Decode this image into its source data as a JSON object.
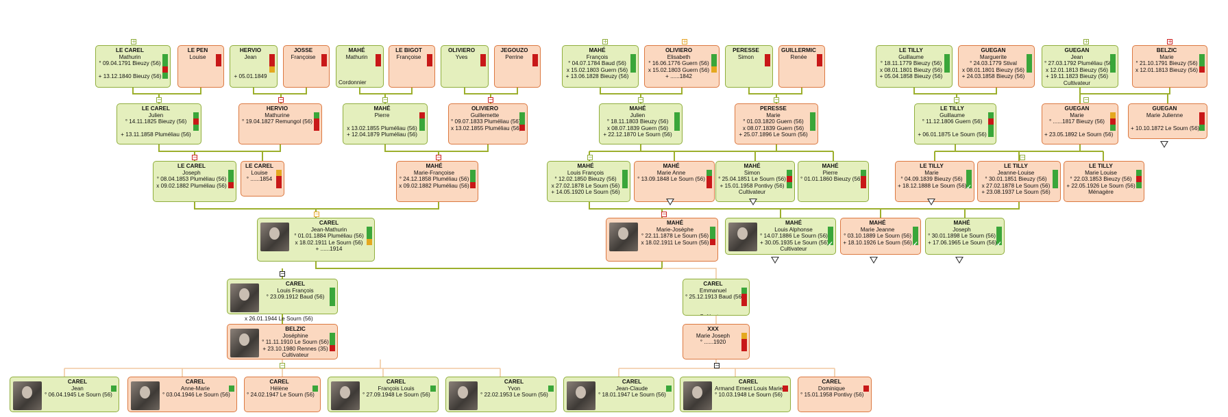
{
  "colors": {
    "male_fill": "#e4efbd",
    "male_border": "#8fad3c",
    "female_fill": "#fbd8c0",
    "female_border": "#db7840",
    "line_male": "#9caf2c",
    "line_female": "#f0c9a2"
  },
  "people": [
    {
      "id": "p1",
      "sex": "m",
      "last": "LE CAREL",
      "first": "Mathurin",
      "events": [
        "° 09.04.1791 Bieuzy (56)",
        "",
        "+ 13.12.1840 Bieuzy (56)"
      ],
      "occ": "",
      "bars": [
        "g",
        "g",
        "r",
        "g"
      ],
      "toggle": "plus"
    },
    {
      "id": "p2",
      "sex": "f",
      "last": "LE PEN",
      "first": "Louise",
      "events": [],
      "occ": "",
      "bars": [
        "r",
        "r"
      ]
    },
    {
      "id": "p3",
      "sex": "m",
      "last": "HERVIO",
      "first": "Jean",
      "events": [
        "",
        "",
        "+ 05.01.1849"
      ],
      "occ": "",
      "bars": [
        "r",
        "r",
        "o"
      ]
    },
    {
      "id": "p4",
      "sex": "f",
      "last": "JOSSE",
      "first": "Françoise",
      "events": [],
      "occ": "",
      "bars": [
        "r",
        "r"
      ]
    },
    {
      "id": "p5",
      "sex": "m",
      "last": "MAHÉ",
      "first": "Mathurin",
      "events": [],
      "occ": "Cordonnier",
      "bars": [
        "r",
        "r"
      ]
    },
    {
      "id": "p6",
      "sex": "f",
      "last": "LE BIGOT",
      "first": "Françoise",
      "events": [],
      "occ": "",
      "bars": [
        "r",
        "r"
      ]
    },
    {
      "id": "p7",
      "sex": "m",
      "last": "OLIVIERO",
      "first": "Yves",
      "events": [],
      "occ": "",
      "bars": [
        "r",
        "r"
      ]
    },
    {
      "id": "p8",
      "sex": "f",
      "last": "JEGOUZO",
      "first": "Perrine",
      "events": [],
      "occ": "",
      "bars": [
        "r",
        "r"
      ]
    },
    {
      "id": "p9",
      "sex": "m",
      "last": "MAHÉ",
      "first": "François",
      "events": [
        "° 04.07.1784 Baud (56)",
        "x 15.02.1803 Guern (56)",
        "+ 13.06.1828 Bieuzy (56)"
      ],
      "occ": "",
      "bars": [
        "g",
        "g",
        "g"
      ],
      "toggle": "plus"
    },
    {
      "id": "p10",
      "sex": "f",
      "last": "OLIVIERO",
      "first": "Elisabeth",
      "events": [
        "° 16.06.1776 Guern (56)",
        "x 15.02.1803 Guern (56)",
        "+ ......1842"
      ],
      "occ": "",
      "bars": [
        "g",
        "g",
        "o"
      ],
      "toggle": "plus-org"
    },
    {
      "id": "p11",
      "sex": "m",
      "last": "PERESSE",
      "first": "Simon",
      "events": [],
      "occ": "",
      "bars": [
        "r",
        "r"
      ]
    },
    {
      "id": "p12",
      "sex": "f",
      "last": "GUILLERMIC",
      "first": "Renée",
      "events": [],
      "occ": "",
      "bars": [
        "r",
        "r"
      ]
    },
    {
      "id": "p13",
      "sex": "m",
      "last": "LE TILLY",
      "first": "Guillaume",
      "events": [
        "° 18.11.1779 Bieuzy (56)",
        "x 08.01.1801 Bieuzy (56)",
        "+ 05.04.1858 Bieuzy (56)"
      ],
      "occ": "",
      "bars": [
        "g",
        "g",
        "g"
      ]
    },
    {
      "id": "p14",
      "sex": "f",
      "last": "GUEGAN",
      "first": "Marguerite",
      "events": [
        "° 24.03.1779 Stival",
        "x 08.01.1801 Bieuzy (56)",
        "+ 24.03.1858 Bieuzy (56)"
      ],
      "occ": "",
      "bars": [
        "g",
        "g",
        "g"
      ]
    },
    {
      "id": "p15",
      "sex": "m",
      "last": "GUEGAN",
      "first": "Jean",
      "events": [
        "° 27.03.1792 Pluméliau (56)",
        "x 12.01.1813 Bieuzy (56)",
        "+ 19.11.1823 Bieuzy (56)"
      ],
      "occ": "Cultivateur",
      "bars": [
        "g",
        "g",
        "g"
      ],
      "toggle": "plus"
    },
    {
      "id": "p16",
      "sex": "f",
      "last": "BELZIC",
      "first": "Marie",
      "events": [
        "° 21.10.1791 Bieuzy (56)",
        "x 12.01.1813 Bieuzy (56)"
      ],
      "occ": "",
      "bars": [
        "g",
        "g",
        "r"
      ],
      "toggle": "plus-red"
    },
    {
      "id": "p17",
      "sex": "m",
      "last": "LE CAREL",
      "first": "Julien",
      "events": [
        "° 14.11.1825 Bieuzy (56)",
        "",
        "+ 13.11.1858 Pluméliau (56)"
      ],
      "occ": "",
      "bars": [
        "g",
        "r",
        "g"
      ]
    },
    {
      "id": "p18",
      "sex": "f",
      "last": "HERVIO",
      "first": "Mathurine",
      "events": [
        "° 19.04.1827 Remungol (56)"
      ],
      "occ": "",
      "bars": [
        "g",
        "r",
        "r"
      ]
    },
    {
      "id": "p19",
      "sex": "m",
      "last": "MAHÉ",
      "first": "Pierre",
      "events": [
        "",
        "x 13.02.1855 Pluméliau (56)",
        "+ 12.04.1879 Pluméliau (56)"
      ],
      "occ": "",
      "bars": [
        "r",
        "g",
        "g"
      ]
    },
    {
      "id": "p20",
      "sex": "f",
      "last": "OLIVIERO",
      "first": "Guillemette",
      "events": [
        "° 09.07.1833 Pluméliau (56)",
        "x 13.02.1855 Pluméliau (56)"
      ],
      "occ": "",
      "bars": [
        "g",
        "g",
        "r"
      ]
    },
    {
      "id": "p21",
      "sex": "m",
      "last": "MAHÉ",
      "first": "Julien",
      "events": [
        "° 18.11.1803 Bieuzy (56)",
        "x 08.07.1839 Guern (56)",
        "+ 22.12.1870 Le Sourn (56)"
      ],
      "occ": "",
      "bars": [
        "g",
        "g",
        "g"
      ]
    },
    {
      "id": "p22",
      "sex": "f",
      "last": "PERESSE",
      "first": "Marie",
      "events": [
        "° 01.03.1820 Guern (56)",
        "x 08.07.1839 Guern (56)",
        "+ 25.07.1896 Le Sourn (56)"
      ],
      "occ": "",
      "bars": [
        "g",
        "g",
        "g"
      ]
    },
    {
      "id": "p23",
      "sex": "m",
      "last": "LE TILLY",
      "first": "Guillaume",
      "events": [
        "° 11.12.1806 Guern (56)",
        "",
        "+ 06.01.1875 Le Sourn (56)"
      ],
      "occ": "",
      "bars": [
        "g",
        "r",
        "g",
        "g"
      ]
    },
    {
      "id": "p24",
      "sex": "f",
      "last": "GUEGAN",
      "first": "Marie",
      "events": [
        "° ......1817 Bieuzy (56)",
        "",
        "+ 23.05.1892 Le Sourn (56)"
      ],
      "occ": "",
      "bars": [
        "o",
        "r",
        "g"
      ]
    },
    {
      "id": "p25",
      "sex": "f",
      "last": "GUEGAN",
      "first": "Marie Julienne",
      "events": [
        "",
        "+ 10.10.1872 Le Sourn (56)"
      ],
      "occ": "",
      "bars": [
        "r",
        "r",
        "g"
      ]
    },
    {
      "id": "p26",
      "sex": "m",
      "last": "LE CAREL",
      "first": "Joseph",
      "events": [
        "° 08.04.1853 Pluméliau (56)",
        "x 09.02.1882 Pluméliau (56)"
      ],
      "occ": "",
      "bars": [
        "g",
        "g",
        "r"
      ]
    },
    {
      "id": "p27",
      "sex": "f",
      "last": "LE CAREL",
      "first": "Louise",
      "events": [
        "° ......1854"
      ],
      "occ": "",
      "bars": [
        "o",
        "r",
        "r"
      ]
    },
    {
      "id": "p28",
      "sex": "f",
      "last": "MAHÉ",
      "first": "Marie-Françoise",
      "events": [
        "° 24.12.1858 Pluméliau (56)",
        "x 09.02.1882 Pluméliau (56)"
      ],
      "occ": "",
      "bars": [
        "g",
        "g",
        "r"
      ]
    },
    {
      "id": "p29",
      "sex": "m",
      "last": "MAHÉ",
      "first": "Louis François",
      "events": [
        "° 12.02.1850 Bieuzy (56)",
        "x 27.02.1878 Le Sourn (56)",
        "+ 14.05.1920 Le Sourn (56)"
      ],
      "occ": "",
      "bars": [
        "g",
        "g",
        "g"
      ]
    },
    {
      "id": "p30",
      "sex": "f",
      "last": "MAHÉ",
      "first": "Marie Anne",
      "events": [
        "° 13.09.1848 Le Sourn (56)"
      ],
      "occ": "",
      "bars": [
        "g",
        "r",
        "r"
      ]
    },
    {
      "id": "p31",
      "sex": "m",
      "last": "MAHÉ",
      "first": "Simon",
      "events": [
        "° 25.04.1851 Le Sourn (56)",
        "+ 15.01.1958 Pontivy (56)"
      ],
      "occ": "Cultivateur",
      "bars": [
        "g",
        "r",
        "g"
      ]
    },
    {
      "id": "p32",
      "sex": "m",
      "last": "MAHÉ",
      "first": "Pierre",
      "events": [
        "° 01.01.1860 Bieuzy (56)"
      ],
      "occ": "",
      "bars": [
        "g",
        "r",
        "r"
      ]
    },
    {
      "id": "p33",
      "sex": "f",
      "last": "LE TILLY",
      "first": "Marie",
      "events": [
        "° 04.09.1839 Bieuzy (56)",
        "+ 18.12.1888 Le Sourn (56)"
      ],
      "occ": "",
      "bars": [
        "g",
        "g",
        "g"
      ],
      "check": true
    },
    {
      "id": "p34",
      "sex": "f",
      "last": "LE TILLY",
      "first": "Jeanne-Louise",
      "events": [
        "° 30.01.1851 Bieuzy (56)",
        "x 27.02.1878 Le Sourn (56)",
        "+ 23.08.1937 Le Sourn (56)"
      ],
      "occ": "",
      "bars": [
        "g",
        "g",
        "g"
      ]
    },
    {
      "id": "p35",
      "sex": "f",
      "last": "LE TILLY",
      "first": "Marie Louise",
      "events": [
        "° 22.03.1853 Bieuzy (56)",
        "+ 22.05.1926 Le Sourn (56)"
      ],
      "occ": "Ménagère",
      "bars": [
        "g",
        "r",
        "g"
      ]
    },
    {
      "id": "p36",
      "sex": "m",
      "last": "CAREL",
      "first": "Jean-Mathurin",
      "events": [
        "° 01.01.1884 Pluméliau (56)",
        "x 18.02.1911 Le Sourn (56)",
        "+ ......1914"
      ],
      "occ": "",
      "bars": [
        "g",
        "g",
        "o"
      ],
      "photo": true
    },
    {
      "id": "p37",
      "sex": "f",
      "last": "MAHÉ",
      "first": "Marie-Josèphe",
      "events": [
        "° 22.11.1878 Le Sourn (56)",
        "x 18.02.1911 Le Sourn (56)"
      ],
      "occ": "",
      "bars": [
        "g",
        "g",
        "r"
      ],
      "photo": true
    },
    {
      "id": "p38",
      "sex": "m",
      "last": "MAHÉ",
      "first": "Louis Alphonse",
      "events": [
        "° 14.07.1886 Le Sourn (56)",
        "+ 30.05.1935 Le Sourn (56)"
      ],
      "occ": "Cultivateur",
      "bars": [
        "g",
        "g",
        "g"
      ],
      "photo": true,
      "check": true
    },
    {
      "id": "p39",
      "sex": "f",
      "last": "MAHÉ",
      "first": "Marie Jeanne",
      "events": [
        "° 03.10.1889 Le Sourn (56)",
        "+ 18.10.1926 Le Sourn (56)"
      ],
      "occ": "",
      "bars": [
        "g",
        "g",
        "g"
      ],
      "check": true
    },
    {
      "id": "p40",
      "sex": "m",
      "last": "MAHÉ",
      "first": "Joseph",
      "events": [
        "° 30.01.1898 Le Sourn (56)",
        "+ 17.06.1965 Le Sourn (56)"
      ],
      "occ": "",
      "bars": [
        "g",
        "g",
        "g"
      ],
      "check": true
    },
    {
      "id": "p41",
      "sex": "m",
      "last": "CAREL",
      "first": "Louis François",
      "events": [
        "° 23.09.1912 Baud (56)"
      ],
      "occ": "",
      "bars": [
        "g",
        "g",
        "g"
      ],
      "photo": true
    },
    {
      "id": "p42",
      "sex": "m",
      "last": "CAREL",
      "first": "Emmanuel",
      "events": [
        "° 25.12.1913 Baud (56)",
        "",
        ""
      ],
      "occ": "Cultivateur",
      "bars": [
        "g",
        "r",
        "r"
      ]
    },
    {
      "id": "p43",
      "sex": "f",
      "last": "BELZIC",
      "first": "Joséphine",
      "events": [
        "° 11.11.1910 Le Sourn (56)",
        "+ 23.10.1980 Rennes (35)"
      ],
      "occ": "Cultivateur",
      "bars": [
        "g",
        "g",
        "r"
      ],
      "photo": true
    },
    {
      "id": "p44",
      "sex": "f",
      "last": "XXX",
      "first": "Marie Joseph",
      "events": [
        "° ......1920"
      ],
      "occ": "",
      "bars": [
        "o",
        "r",
        "r"
      ]
    },
    {
      "id": "p45",
      "sex": "m",
      "last": "CAREL",
      "first": "Jean",
      "events": [
        "° 06.04.1945 Le Sourn (56)"
      ],
      "occ": "",
      "bars": [
        "g"
      ],
      "photo": true
    },
    {
      "id": "p46",
      "sex": "f",
      "last": "CAREL",
      "first": "Anne-Marie",
      "events": [
        "° 03.04.1946 Le Sourn (56)"
      ],
      "occ": "",
      "bars": [
        "g"
      ],
      "photo": true
    },
    {
      "id": "p47",
      "sex": "f",
      "last": "CAREL",
      "first": "Hélène",
      "events": [
        "° 24.02.1947 Le Sourn (56)"
      ],
      "occ": "",
      "bars": [
        "g"
      ]
    },
    {
      "id": "p48",
      "sex": "m",
      "last": "CAREL",
      "first": "François Louis",
      "events": [
        "° 27.09.1948 Le Sourn (56)"
      ],
      "occ": "",
      "bars": [
        "g"
      ],
      "photo": true
    },
    {
      "id": "p49",
      "sex": "m",
      "last": "CAREL",
      "first": "Yvon",
      "events": [
        "° 22.02.1953 Le Sourn (56)"
      ],
      "occ": "",
      "bars": [
        "g"
      ],
      "photo": true
    },
    {
      "id": "p50",
      "sex": "m",
      "last": "CAREL",
      "first": "Jean-Claude",
      "events": [
        "° 18.01.1947 Le Sourn (56)"
      ],
      "occ": "",
      "bars": [
        "g"
      ],
      "photo": true
    },
    {
      "id": "p51",
      "sex": "m",
      "last": "CAREL",
      "first": "Armand Ernest Louis Marie",
      "events": [
        "° 10.03.1948 Le Sourn (56)"
      ],
      "occ": "",
      "bars": [
        "r"
      ],
      "photo": true
    },
    {
      "id": "p52",
      "sex": "f",
      "last": "CAREL",
      "first": "Dominique",
      "events": [
        "° 15.01.1958 Pontivy (56)"
      ],
      "occ": "",
      "bars": [
        "r"
      ]
    }
  ],
  "marriage_labels": [
    {
      "id": "ml1",
      "text": "x 26.01.1944 Le Sourn (56)"
    }
  ]
}
